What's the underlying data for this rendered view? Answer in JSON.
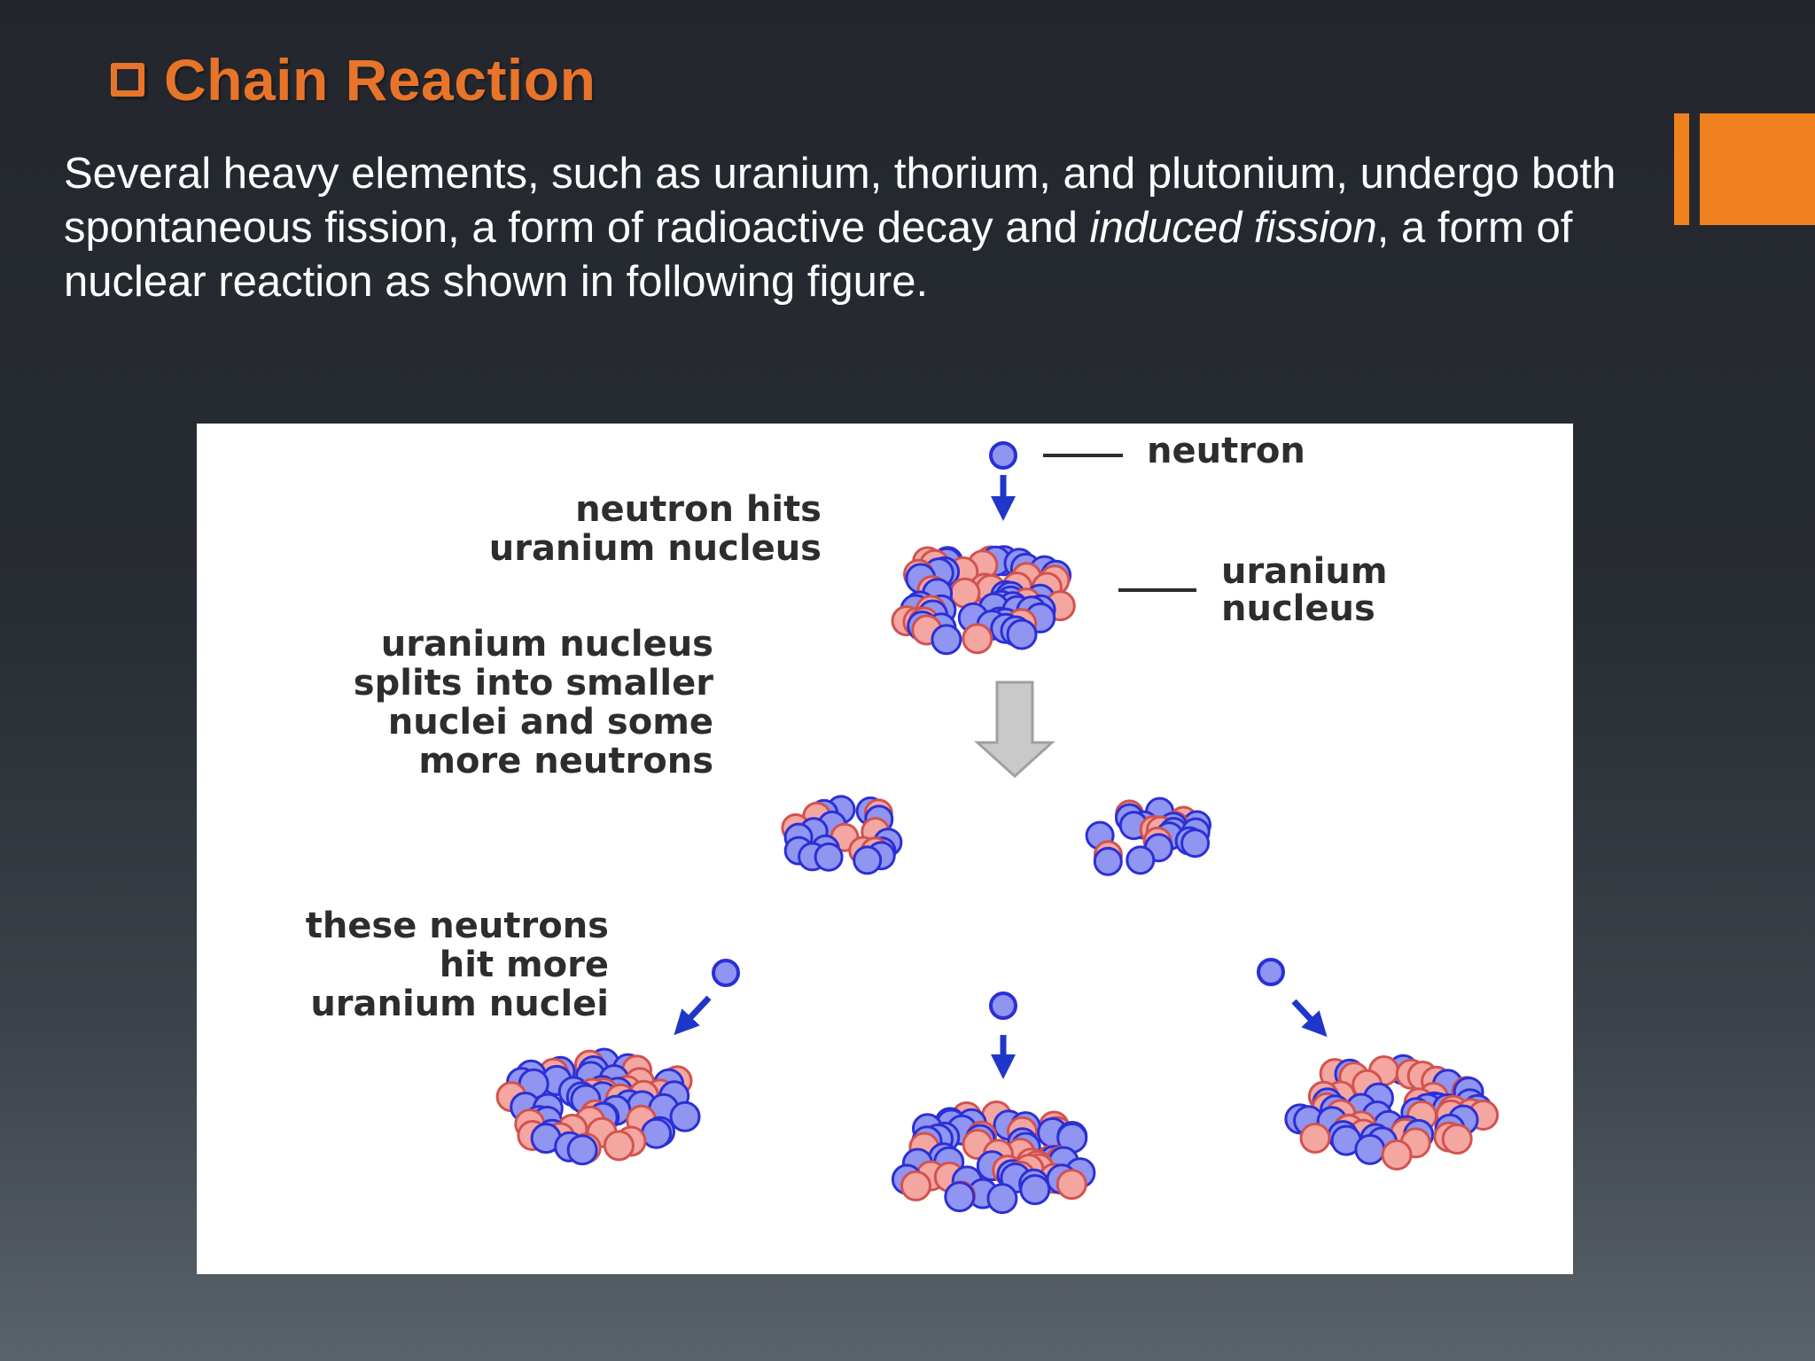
{
  "slide": {
    "title": "Chain Reaction",
    "title_icon": "checkbox-square-icon",
    "body": {
      "part1": "Several heavy elements, such as uranium, thorium, and plutonium, undergo both spontaneous fission, a form of radioactive decay and ",
      "emphasis": "induced fission",
      "part2": ", a form of nuclear reaction as shown in following figure."
    },
    "accent_color": "#f0811f",
    "title_color": "#e8742a"
  },
  "diagram": {
    "labels": {
      "neutron": "neutron",
      "hits_line1": "neutron hits",
      "hits_line2": "uranium nucleus",
      "uranium_line1": "uranium",
      "uranium_line2": "nucleus",
      "splits_line1": "uranium nucleus",
      "splits_line2": "splits into smaller",
      "splits_line3": "nuclei and some",
      "splits_line4": "more neutrons",
      "these_line1": "these neutrons",
      "these_line2": "hit more",
      "these_line3": "uranium nuclei"
    },
    "colors": {
      "proton": "#f4a6a0",
      "neutron": "#8f95f0",
      "outline": "#2b2fd6",
      "arrow": "#1f37c8",
      "big_arrow": "#c9c9c9"
    }
  }
}
